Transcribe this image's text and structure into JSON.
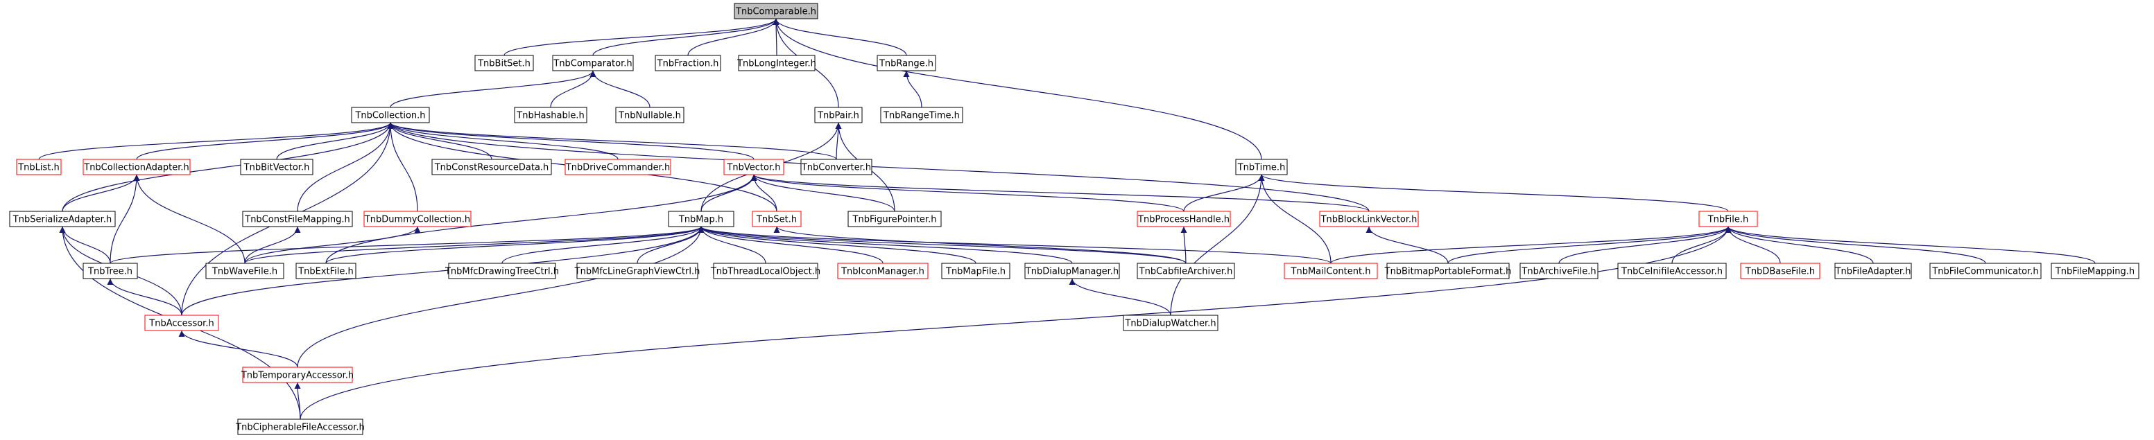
{
  "colors": {
    "edge": "#191970",
    "border_black": "#000000",
    "border_red": "#ff0000",
    "root_fill": "#bfbfbf",
    "node_fill": "#ffffff"
  },
  "nodes": [
    {
      "id": "n0",
      "label": "TnbComparable.h",
      "border": "black",
      "root": true
    },
    {
      "id": "n1",
      "label": "TnbBitSet.h",
      "border": "black"
    },
    {
      "id": "n2",
      "label": "TnbComparator.h",
      "border": "black"
    },
    {
      "id": "n3",
      "label": "TnbFraction.h",
      "border": "black"
    },
    {
      "id": "n4",
      "label": "TnbLongInteger.h",
      "border": "black"
    },
    {
      "id": "n5",
      "label": "TnbRange.h",
      "border": "black"
    },
    {
      "id": "n6",
      "label": "TnbHashable.h",
      "border": "black"
    },
    {
      "id": "n7",
      "label": "TnbNullable.h",
      "border": "black"
    },
    {
      "id": "n8",
      "label": "TnbRangeTime.h",
      "border": "black"
    },
    {
      "id": "n9",
      "label": "TnbCollection.h",
      "border": "black"
    },
    {
      "id": "n10",
      "label": "TnbPair.h",
      "border": "black"
    },
    {
      "id": "n11",
      "label": "TnbList.h",
      "border": "red"
    },
    {
      "id": "n12",
      "label": "TnbCollectionAdapter.h",
      "border": "red"
    },
    {
      "id": "n13",
      "label": "TnbBitVector.h",
      "border": "black"
    },
    {
      "id": "n14",
      "label": "TnbConstResourceData.h",
      "border": "black"
    },
    {
      "id": "n15",
      "label": "TnbDriveCommander.h",
      "border": "red"
    },
    {
      "id": "n16",
      "label": "TnbVector.h",
      "border": "red"
    },
    {
      "id": "n17",
      "label": "TnbConverter.h",
      "border": "black"
    },
    {
      "id": "n18",
      "label": "TnbTime.h",
      "border": "black"
    },
    {
      "id": "n19",
      "label": "TnbSerializeAdapter.h",
      "border": "black"
    },
    {
      "id": "n20",
      "label": "TnbConstFileMapping.h",
      "border": "black"
    },
    {
      "id": "n21",
      "label": "TnbDummyCollection.h",
      "border": "red"
    },
    {
      "id": "n22",
      "label": "TnbMap.h",
      "border": "black"
    },
    {
      "id": "n23",
      "label": "TnbSet.h",
      "border": "red"
    },
    {
      "id": "n24",
      "label": "TnbFigurePointer.h",
      "border": "black"
    },
    {
      "id": "n25",
      "label": "TnbProcessHandle.h",
      "border": "red"
    },
    {
      "id": "n26",
      "label": "TnbBlockLinkVector.h",
      "border": "red"
    },
    {
      "id": "n27",
      "label": "TnbFile.h",
      "border": "red"
    },
    {
      "id": "n28",
      "label": "TnbTree.h",
      "border": "black"
    },
    {
      "id": "n29",
      "label": "TnbWaveFile.h",
      "border": "black"
    },
    {
      "id": "n30",
      "label": "TnbExtFile.h",
      "border": "black"
    },
    {
      "id": "n31",
      "label": "TnbMfcDrawingTreeCtrl.h",
      "border": "black"
    },
    {
      "id": "n32",
      "label": "TnbMfcLineGraphViewCtrl.h",
      "border": "black"
    },
    {
      "id": "n33",
      "label": "TnbThreadLocalObject.h",
      "border": "black"
    },
    {
      "id": "n34",
      "label": "TnbIconManager.h",
      "border": "red"
    },
    {
      "id": "n35",
      "label": "TnbMapFile.h",
      "border": "black"
    },
    {
      "id": "n36",
      "label": "TnbDialupManager.h",
      "border": "black"
    },
    {
      "id": "n37",
      "label": "TnbCabfileArchiver.h",
      "border": "black"
    },
    {
      "id": "n38",
      "label": "TnbMailContent.h",
      "border": "red"
    },
    {
      "id": "n39",
      "label": "TnbBitmapPortableFormat.h",
      "border": "black"
    },
    {
      "id": "n40",
      "label": "TnbArchiveFile.h",
      "border": "black"
    },
    {
      "id": "n41",
      "label": "TnbCeInifileAccessor.h",
      "border": "black"
    },
    {
      "id": "n42",
      "label": "TnbDBaseFile.h",
      "border": "red"
    },
    {
      "id": "n43",
      "label": "TnbFileAdapter.h",
      "border": "black"
    },
    {
      "id": "n44",
      "label": "TnbFileCommunicator.h",
      "border": "black"
    },
    {
      "id": "n45",
      "label": "TnbFileMapping.h",
      "border": "black"
    },
    {
      "id": "n46",
      "label": "TnbAccessor.h",
      "border": "red"
    },
    {
      "id": "n47",
      "label": "TnbDialupWatcher.h",
      "border": "black"
    },
    {
      "id": "n48",
      "label": "TnbTemporaryAccessor.h",
      "border": "red"
    },
    {
      "id": "n49",
      "label": "TnbCipherableFileAccessor.h",
      "border": "black"
    }
  ],
  "edges": [
    [
      "n1",
      "n0"
    ],
    [
      "n2",
      "n0"
    ],
    [
      "n3",
      "n0"
    ],
    [
      "n4",
      "n0"
    ],
    [
      "n5",
      "n0"
    ],
    [
      "n10",
      "n0"
    ],
    [
      "n18",
      "n0"
    ],
    [
      "n9",
      "n2"
    ],
    [
      "n6",
      "n2"
    ],
    [
      "n7",
      "n2"
    ],
    [
      "n8",
      "n5"
    ],
    [
      "n17",
      "n10"
    ],
    [
      "n22",
      "n10"
    ],
    [
      "n24",
      "n10"
    ],
    [
      "n11",
      "n9"
    ],
    [
      "n12",
      "n9"
    ],
    [
      "n13",
      "n9"
    ],
    [
      "n14",
      "n9"
    ],
    [
      "n15",
      "n9"
    ],
    [
      "n16",
      "n9"
    ],
    [
      "n17",
      "n9"
    ],
    [
      "n19",
      "n9"
    ],
    [
      "n20",
      "n9"
    ],
    [
      "n21",
      "n9"
    ],
    [
      "n23",
      "n9"
    ],
    [
      "n26",
      "n9"
    ],
    [
      "n46",
      "n9"
    ],
    [
      "n22",
      "n16"
    ],
    [
      "n23",
      "n16"
    ],
    [
      "n24",
      "n16"
    ],
    [
      "n25",
      "n16"
    ],
    [
      "n26",
      "n16"
    ],
    [
      "n30",
      "n16"
    ],
    [
      "n19",
      "n12"
    ],
    [
      "n28",
      "n12"
    ],
    [
      "n29",
      "n12"
    ],
    [
      "n25",
      "n18"
    ],
    [
      "n27",
      "n18"
    ],
    [
      "n38",
      "n18"
    ],
    [
      "n47",
      "n18"
    ],
    [
      "n28",
      "n19"
    ],
    [
      "n46",
      "n19"
    ],
    [
      "n49",
      "n19"
    ],
    [
      "n29",
      "n20"
    ],
    [
      "n29",
      "n21"
    ],
    [
      "n28",
      "n22"
    ],
    [
      "n29",
      "n22"
    ],
    [
      "n30",
      "n22"
    ],
    [
      "n31",
      "n22"
    ],
    [
      "n32",
      "n22"
    ],
    [
      "n33",
      "n22"
    ],
    [
      "n34",
      "n22"
    ],
    [
      "n35",
      "n22"
    ],
    [
      "n36",
      "n22"
    ],
    [
      "n37",
      "n22"
    ],
    [
      "n38",
      "n22"
    ],
    [
      "n46",
      "n22"
    ],
    [
      "n48",
      "n22"
    ],
    [
      "n37",
      "n23"
    ],
    [
      "n37",
      "n25"
    ],
    [
      "n39",
      "n26"
    ],
    [
      "n38",
      "n27"
    ],
    [
      "n39",
      "n27"
    ],
    [
      "n40",
      "n27"
    ],
    [
      "n41",
      "n27"
    ],
    [
      "n42",
      "n27"
    ],
    [
      "n43",
      "n27"
    ],
    [
      "n44",
      "n27"
    ],
    [
      "n45",
      "n27"
    ],
    [
      "n49",
      "n27"
    ],
    [
      "n46",
      "n28"
    ],
    [
      "n47",
      "n36"
    ],
    [
      "n48",
      "n46"
    ],
    [
      "n49",
      "n48"
    ]
  ]
}
